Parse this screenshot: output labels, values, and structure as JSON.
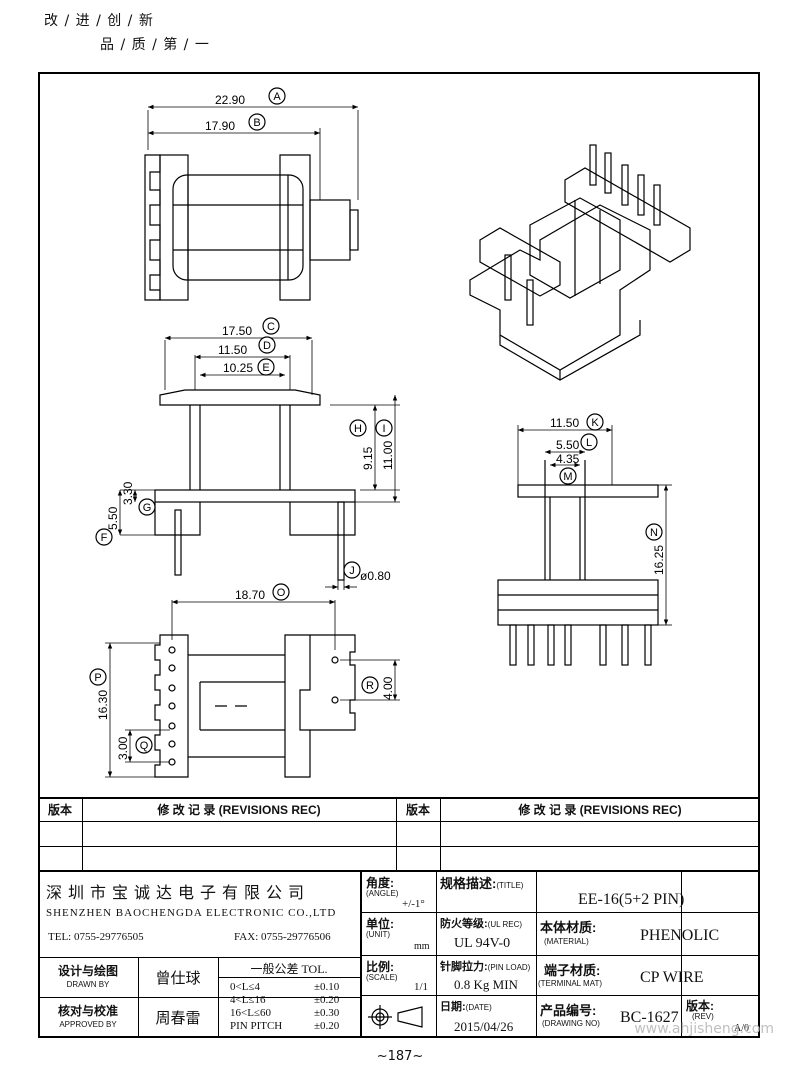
{
  "slogan": {
    "line1": "改 / 进 / 创 / 新",
    "line2": "品 / 质 / 第 / 一"
  },
  "dimensions": {
    "A": {
      "letter": "A",
      "value": "22.90"
    },
    "B": {
      "letter": "B",
      "value": "17.90"
    },
    "C": {
      "letter": "C",
      "value": "17.50"
    },
    "D": {
      "letter": "D",
      "value": "11.50"
    },
    "E": {
      "letter": "E",
      "value": "10.25"
    },
    "F": {
      "letter": "F",
      "value": "5.50"
    },
    "G": {
      "letter": "G",
      "value": "3.30"
    },
    "H": {
      "letter": "H",
      "value": "9.15"
    },
    "I": {
      "letter": "I",
      "value": "11.00"
    },
    "J": {
      "letter": "J",
      "value": "ø0.80"
    },
    "K": {
      "letter": "K",
      "value": "11.50"
    },
    "L": {
      "letter": "L",
      "value": "5.50"
    },
    "M": {
      "letter": "M",
      "value": "4.35"
    },
    "N": {
      "letter": "N",
      "value": "16.25"
    },
    "O": {
      "letter": "O",
      "value": "18.70"
    },
    "P": {
      "letter": "P",
      "value": "16.30"
    },
    "Q": {
      "letter": "Q",
      "value": "3.00"
    },
    "R": {
      "letter": "R",
      "value": "4.00"
    }
  },
  "revisions": {
    "col_version": "版本",
    "col_record": "修  改  记  录   (REVISIONS REC)"
  },
  "company": {
    "name_cn": "深 圳 市 宝 诚 达 电 子 有 限 公 司",
    "name_en": "SHENZHEN BAOCHENGDA ELECTRONIC CO.,LTD",
    "tel": "TEL: 0755-29776505",
    "fax": "FAX: 0755-29776506"
  },
  "title_block": {
    "angle_label": "角度:",
    "angle_label_en": "(ANGLE)",
    "angle_value": "+/-1°",
    "unit_label": "单位:",
    "unit_label_en": "(UNIT)",
    "unit_value": "mm",
    "scale_label": "比例:",
    "scale_label_en": "(SCALE)",
    "scale_value": "1/1",
    "title_label": "规格描述:",
    "title_label_en": "(TITLE)",
    "title_value": "EE-16(5+2 PIN)",
    "ul_label": "防火等级:",
    "ul_label_en": "(UL REC)",
    "ul_value": "UL 94V-0",
    "material_label": "本体材质:",
    "material_label_en": "(MATERIAL)",
    "material_value": "PHENOLIC",
    "pinload_label": "针脚拉力:",
    "pinload_label_en": "(PIN LOAD)",
    "pinload_value": "0.8 Kg MIN",
    "terminal_label": "端子材质:",
    "terminal_label_en": "(TERMINAL MAT)",
    "terminal_value": "CP WIRE",
    "date_label": "日期:",
    "date_label_en": "(DATE)",
    "date_value": "2015/04/26",
    "drawing_label": "产品编号:",
    "drawing_label_en": "(DRAWING NO)",
    "drawing_value": "BC-1627",
    "rev_label": "版本:",
    "rev_label_en": "(REV)",
    "rev_value": "A/0",
    "drawn_label": "设计与绘图",
    "drawn_label_en": "DRAWN BY",
    "drawn_value": "曾仕球",
    "approved_label": "核对与校准",
    "approved_label_en": "APPROVED BY",
    "approved_value": "周春雷",
    "tol_title": "一般公差 TOL.",
    "tol_rows": [
      {
        "range": "0<L≤4",
        "value": "±0.10"
      },
      {
        "range": "4<L≤16",
        "value": "±0.20"
      },
      {
        "range": "16<L≤60",
        "value": "±0.30"
      },
      {
        "range": "PIN PITCH",
        "value": "±0.20"
      }
    ]
  },
  "page_number": "~187~",
  "watermark": "www.ahjisheng.com"
}
